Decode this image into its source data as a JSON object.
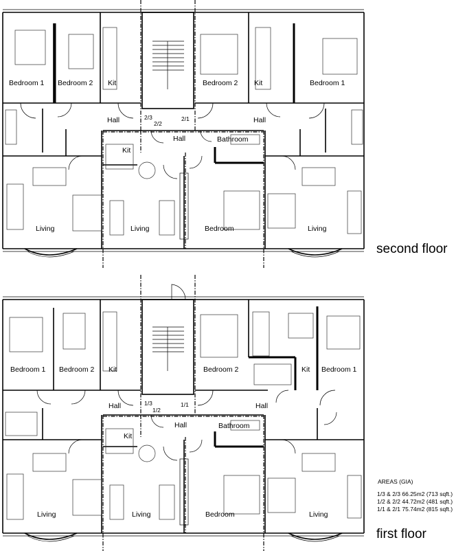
{
  "floors": [
    {
      "title": "second floor",
      "rooms": {
        "bed1_left": "Bedroom 1",
        "bed2_left": "Bedroom 2",
        "kit_left": "Kit",
        "bed2_right": "Bedroom 2",
        "kit_right": "Kit",
        "bed1_right": "Bedroom 1",
        "hall_left": "Hall",
        "hall_right": "Hall",
        "hall_center": "Hall",
        "kit_center": "Kit",
        "bathroom": "Bathroom",
        "living_left": "Living",
        "living_center": "Living",
        "bedroom": "Bedroom",
        "living_right": "Living"
      },
      "unit_tags": {
        "left_a": "2/3",
        "left_b": "2/2",
        "right": "2/1"
      }
    },
    {
      "title": "first floor",
      "rooms": {
        "bed1_left": "Bedroom 1",
        "bed2_left": "Bedroom 2",
        "kit_left": "Kit",
        "bed2_right": "Bedroom 2",
        "kit_right": "Kit",
        "bed1_right": "Bedroom 1",
        "hall_left": "Hall",
        "hall_right": "Hall",
        "hall_center": "Hall",
        "kit_center": "Kit",
        "bathroom": "Bathroom",
        "living_left": "Living",
        "living_center": "Living",
        "bedroom": "Bedroom",
        "living_right": "Living"
      },
      "unit_tags": {
        "left_a": "1/3",
        "left_b": "1/2",
        "right": "1/1"
      }
    }
  ],
  "areas": {
    "heading": "AREAS (GIA)",
    "rows": [
      "1/3 &  2/3  66.25m2 (713 sqft.)",
      "1/2 &  2/2  44.72m2 (481 sqft.)",
      "1/1 &  2/1  75.74m2 (815 sqft.)"
    ]
  }
}
